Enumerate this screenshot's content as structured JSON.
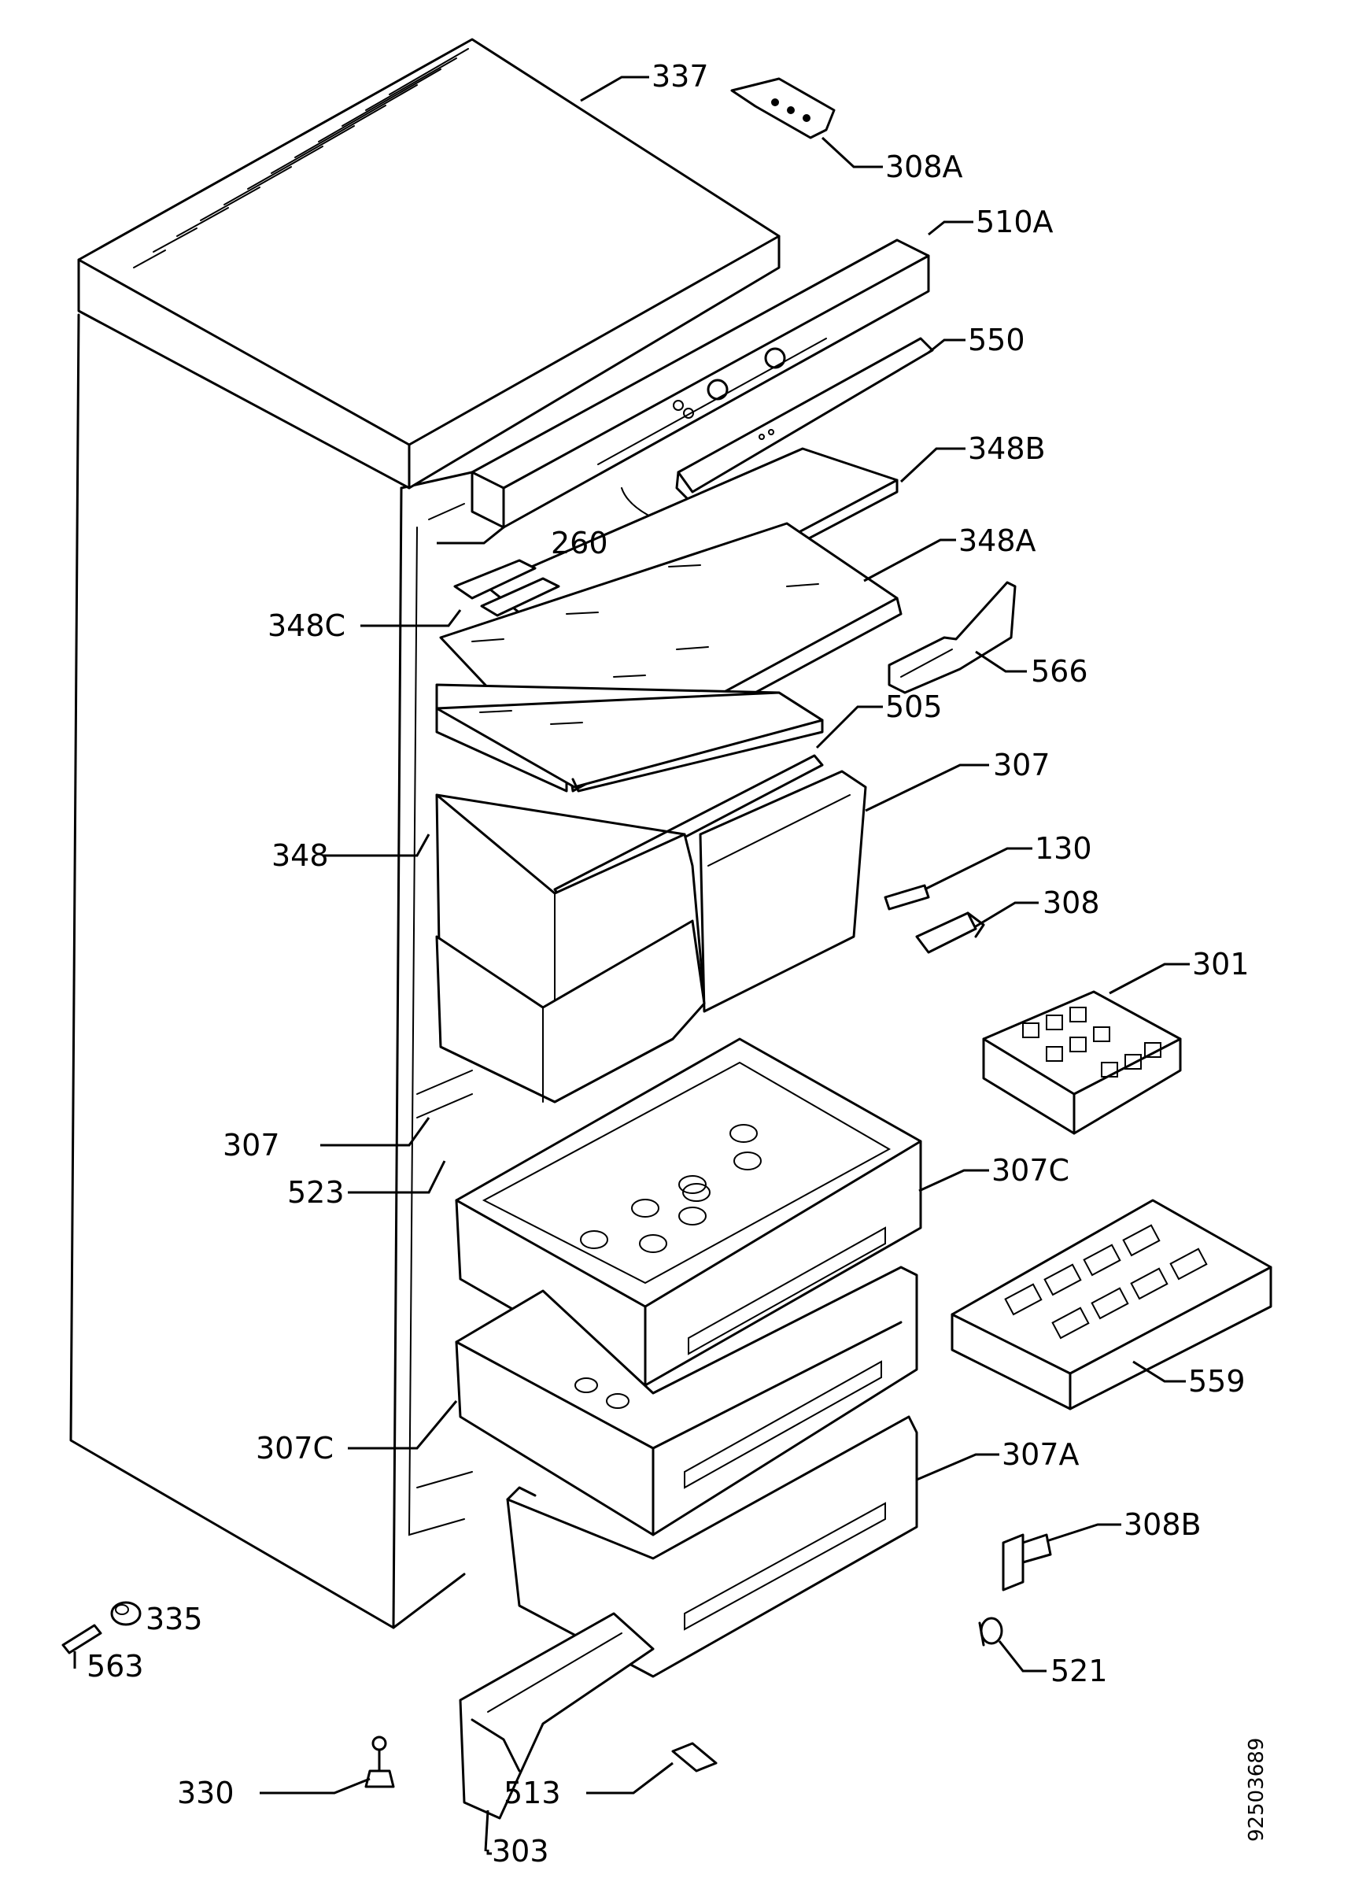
{
  "doc_code": "92503689",
  "labels": {
    "p337": "337",
    "p308A": "308A",
    "p510A": "510A",
    "p550": "550",
    "p348B": "348B",
    "p260": "260",
    "p348A": "348A",
    "p348C": "348C",
    "p566": "566",
    "p505": "505",
    "p307a": "307",
    "p348": "348",
    "p130": "130",
    "p308": "308",
    "p301": "301",
    "p307b": "307",
    "p523": "523",
    "p307Ca": "307C",
    "p559": "559",
    "p307Cb": "307C",
    "p307A": "307A",
    "p308B": "308B",
    "p335": "335",
    "p563": "563",
    "p521": "521",
    "p330": "330",
    "p513": "513",
    "p303": "303"
  }
}
